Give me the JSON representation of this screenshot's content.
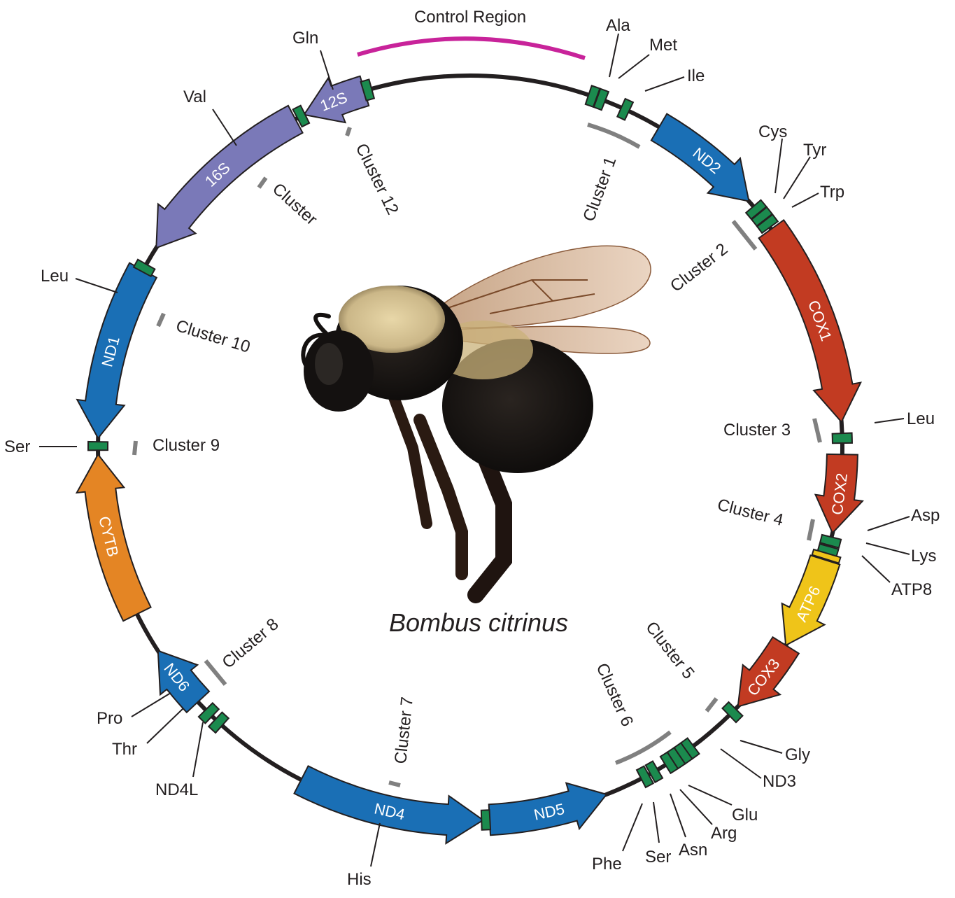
{
  "title": "Bombus citrinus",
  "control_region": "Control Region",
  "colors": {
    "complex_I": "#1a6fb5",
    "complex_IV": "#c23b22",
    "complex_V": "#efc419",
    "cytb": "#e48524",
    "rrna": "#7a79b8",
    "trna": "#1b8a4e",
    "control_region": "#c8239a",
    "cluster": "#808080",
    "ring": "#231f20"
  },
  "genes": [
    {
      "name": "ND2",
      "type": "complex_I"
    },
    {
      "name": "COX1",
      "type": "complex_IV"
    },
    {
      "name": "COX2",
      "type": "complex_IV"
    },
    {
      "name": "ATP6",
      "type": "complex_V"
    },
    {
      "name": "COX3",
      "type": "complex_IV"
    },
    {
      "name": "ND5",
      "type": "complex_I"
    },
    {
      "name": "ND4",
      "type": "complex_I"
    },
    {
      "name": "ND6",
      "type": "complex_I"
    },
    {
      "name": "CYTB",
      "type": "cytb"
    },
    {
      "name": "ND1",
      "type": "complex_I"
    },
    {
      "name": "16S",
      "type": "rrna"
    },
    {
      "name": "12S",
      "type": "rrna"
    }
  ],
  "external_labels": {
    "ala": "Ala",
    "met": "Met",
    "ile": "Ile",
    "cys": "Cys",
    "tyr": "Tyr",
    "trp": "Trp",
    "leu2": "Leu",
    "asp": "Asp",
    "lys": "Lys",
    "atp8": "ATP8",
    "gly": "Gly",
    "nd3": "ND3",
    "glu": "Glu",
    "arg": "Arg",
    "asn": "Asn",
    "ser2": "Ser",
    "phe": "Phe",
    "his": "His",
    "nd4l": "ND4L",
    "thr": "Thr",
    "pro": "Pro",
    "ser1": "Ser",
    "leu1": "Leu",
    "val": "Val",
    "gln": "Gln"
  },
  "clusters": {
    "c1": "Cluster 1",
    "c2": "Cluster 2",
    "c3": "Cluster 3",
    "c4": "Cluster 4",
    "c5": "Cluster 5",
    "c6": "Cluster 6",
    "c7": "Cluster 7",
    "c8": "Cluster 8",
    "c9": "Cluster 9",
    "c10": "Cluster 10",
    "c11": "Cluster",
    "c12": "Cluster 12"
  }
}
